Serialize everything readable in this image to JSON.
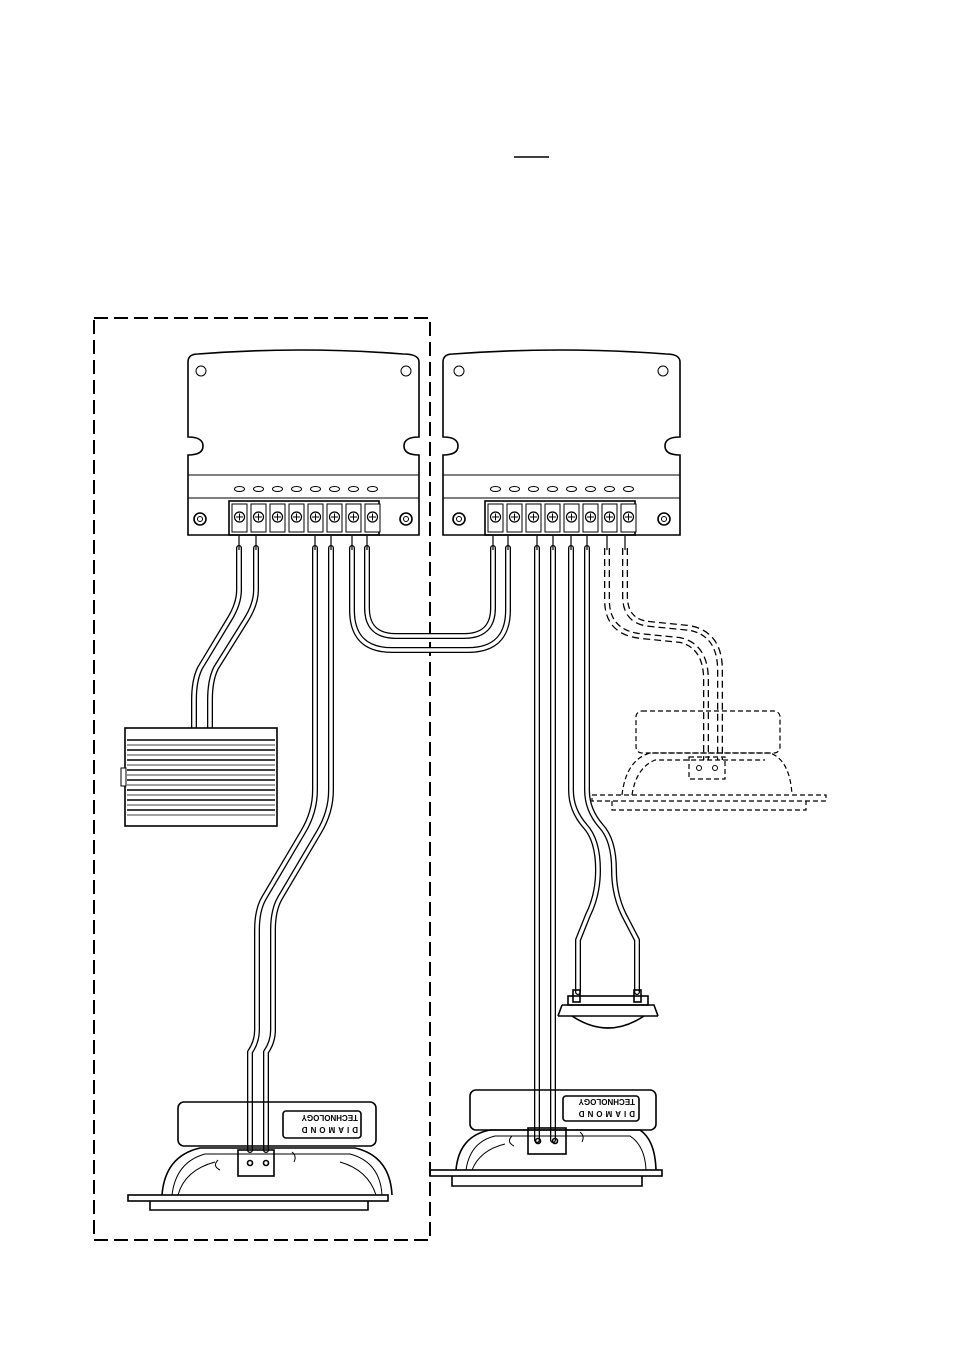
{
  "figure": {
    "title_underline": "",
    "logo_text_line1": "DIAMOND",
    "logo_text_line2": "TECHNOLOGY"
  },
  "components": {
    "crossover_left": "crossover-module",
    "crossover_right": "crossover-module",
    "amplifier": "amplifier",
    "woofer_left": "woofer-speaker",
    "woofer_right": "woofer-speaker",
    "woofer_optional": "woofer-speaker-optional",
    "tweeter": "tweeter"
  },
  "colors": {
    "ink": "#000000",
    "paper": "#ffffff"
  }
}
